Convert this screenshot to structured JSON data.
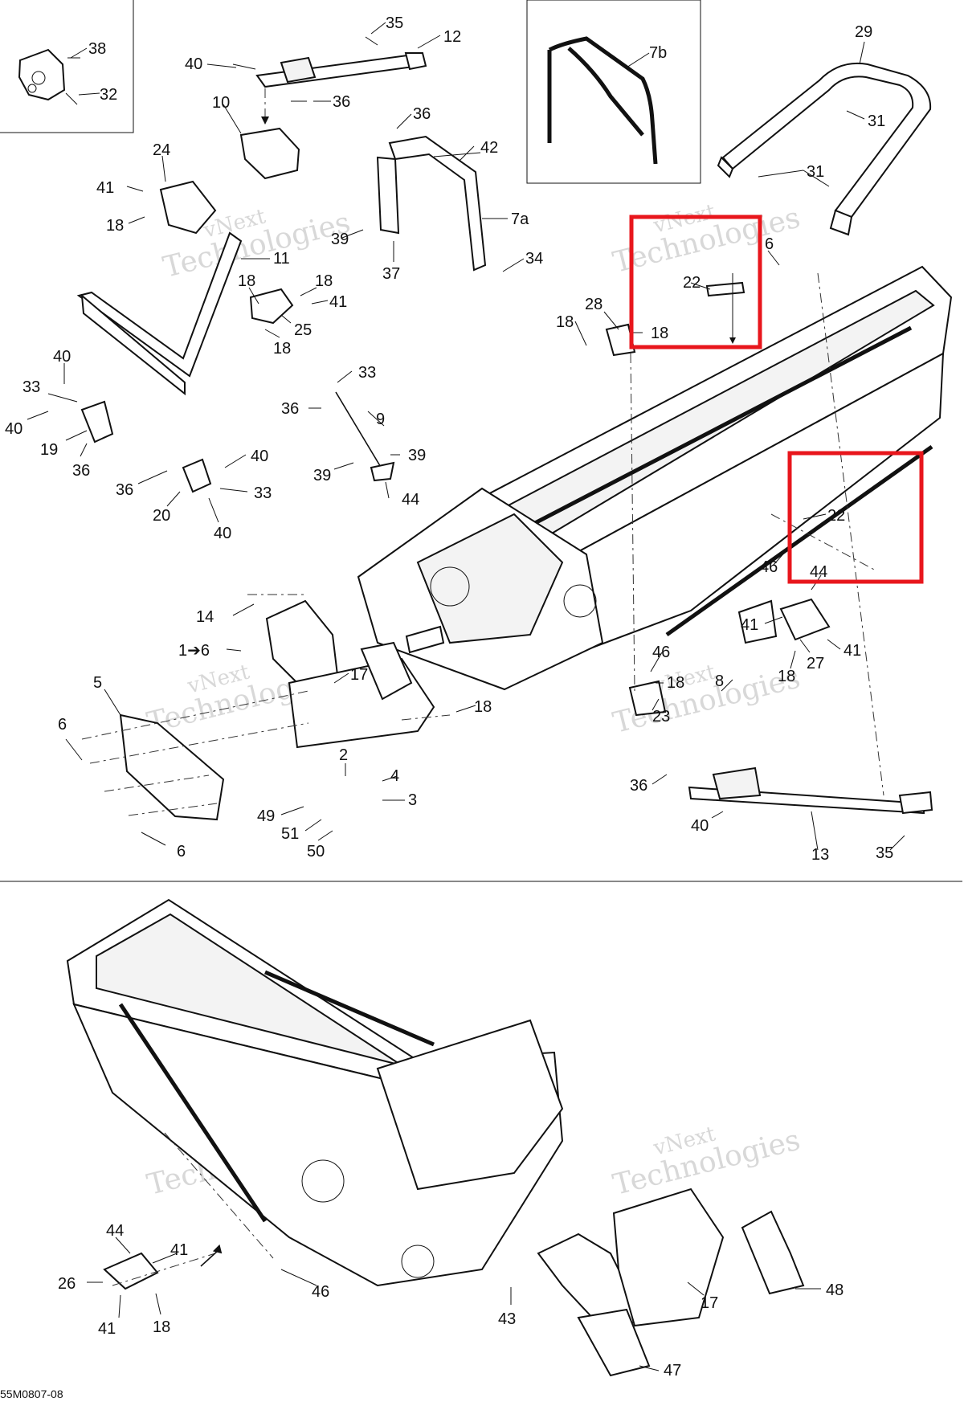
{
  "figure_code": "55M0807-08",
  "watermark": {
    "line1": "vNext",
    "line2": "Technologies",
    "full": "vNext Technologies"
  },
  "highlight_color": "#e8161c",
  "callouts": [
    {
      "text": "38"
    },
    {
      "text": "32"
    },
    {
      "text": "35"
    },
    {
      "text": "12"
    },
    {
      "text": "40"
    },
    {
      "text": "36"
    },
    {
      "text": "10"
    },
    {
      "text": "7b"
    },
    {
      "text": "29"
    },
    {
      "text": "31"
    },
    {
      "text": "31"
    },
    {
      "text": "24"
    },
    {
      "text": "41"
    },
    {
      "text": "18"
    },
    {
      "text": "11"
    },
    {
      "text": "36"
    },
    {
      "text": "42"
    },
    {
      "text": "7a"
    },
    {
      "text": "39"
    },
    {
      "text": "37"
    },
    {
      "text": "34"
    },
    {
      "text": "22"
    },
    {
      "text": "6"
    },
    {
      "text": "28"
    },
    {
      "text": "18"
    },
    {
      "text": "18"
    },
    {
      "text": "18"
    },
    {
      "text": "18"
    },
    {
      "text": "41"
    },
    {
      "text": "25"
    },
    {
      "text": "18"
    },
    {
      "text": "40"
    },
    {
      "text": "33"
    },
    {
      "text": "40"
    },
    {
      "text": "19"
    },
    {
      "text": "36"
    },
    {
      "text": "33"
    },
    {
      "text": "36"
    },
    {
      "text": "9"
    },
    {
      "text": "39"
    },
    {
      "text": "39"
    },
    {
      "text": "44"
    },
    {
      "text": "40"
    },
    {
      "text": "36"
    },
    {
      "text": "33"
    },
    {
      "text": "20"
    },
    {
      "text": "40"
    },
    {
      "text": "22"
    },
    {
      "text": "46"
    },
    {
      "text": "44"
    },
    {
      "text": "41"
    },
    {
      "text": "41"
    },
    {
      "text": "27"
    },
    {
      "text": "18"
    },
    {
      "text": "14"
    },
    {
      "text": "1➔6"
    },
    {
      "text": "17"
    },
    {
      "text": "5"
    },
    {
      "text": "46"
    },
    {
      "text": "18"
    },
    {
      "text": "8"
    },
    {
      "text": "23"
    },
    {
      "text": "6"
    },
    {
      "text": "18"
    },
    {
      "text": "2"
    },
    {
      "text": "4"
    },
    {
      "text": "3"
    },
    {
      "text": "49"
    },
    {
      "text": "51"
    },
    {
      "text": "50"
    },
    {
      "text": "6"
    },
    {
      "text": "36"
    },
    {
      "text": "40"
    },
    {
      "text": "13"
    },
    {
      "text": "35"
    },
    {
      "text": "44"
    },
    {
      "text": "41"
    },
    {
      "text": "26"
    },
    {
      "text": "41"
    },
    {
      "text": "18"
    },
    {
      "text": "46"
    },
    {
      "text": "43"
    },
    {
      "text": "17"
    },
    {
      "text": "48"
    },
    {
      "text": "47"
    }
  ]
}
